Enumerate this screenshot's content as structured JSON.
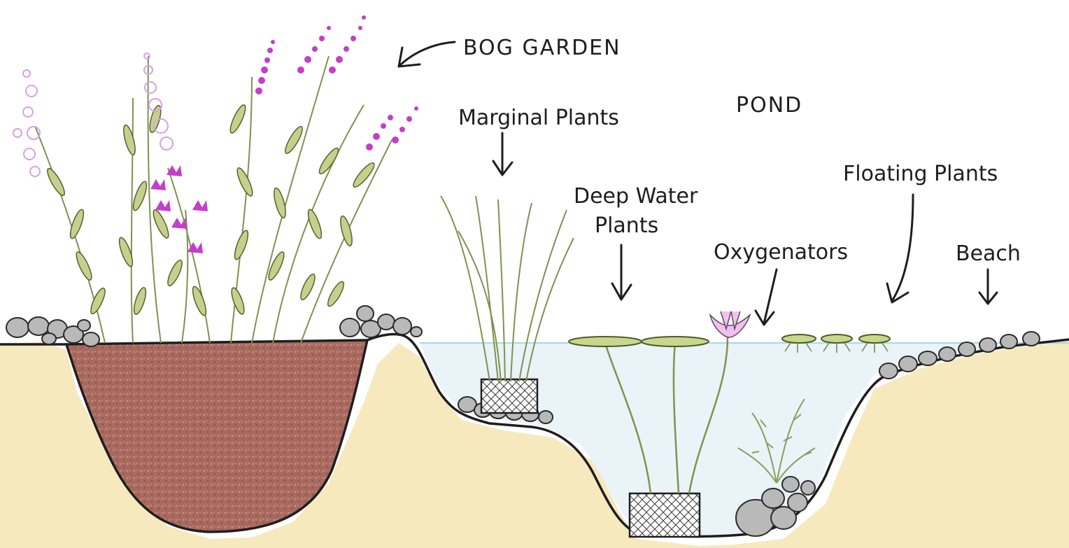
{
  "labels": {
    "bog_garden": "BOG GARDEN",
    "pond": "POND",
    "marginal_plants": "Marginal Plants",
    "deep_water_line1": "Deep Water",
    "deep_water_line2": "Plants",
    "oxygenators": "Oxygenators",
    "floating_plants": "Floating Plants",
    "beach": "Beach"
  },
  "colors": {
    "ink": "#1e1e1e",
    "sand": "#f3e6b6",
    "soil": "#a6685e",
    "water": "#e8f2f8",
    "water_line": "#9fd4e2",
    "leaf": "#c4cd8a",
    "stem": "#7f9250",
    "lavender": "#d6a2e4",
    "magenta": "#c02ec8",
    "lily_pad": "#c7d58a",
    "stone": "#b7b7b7",
    "lily_flower": "#f0b9ef",
    "oxygenator": "#8a9e5a"
  }
}
